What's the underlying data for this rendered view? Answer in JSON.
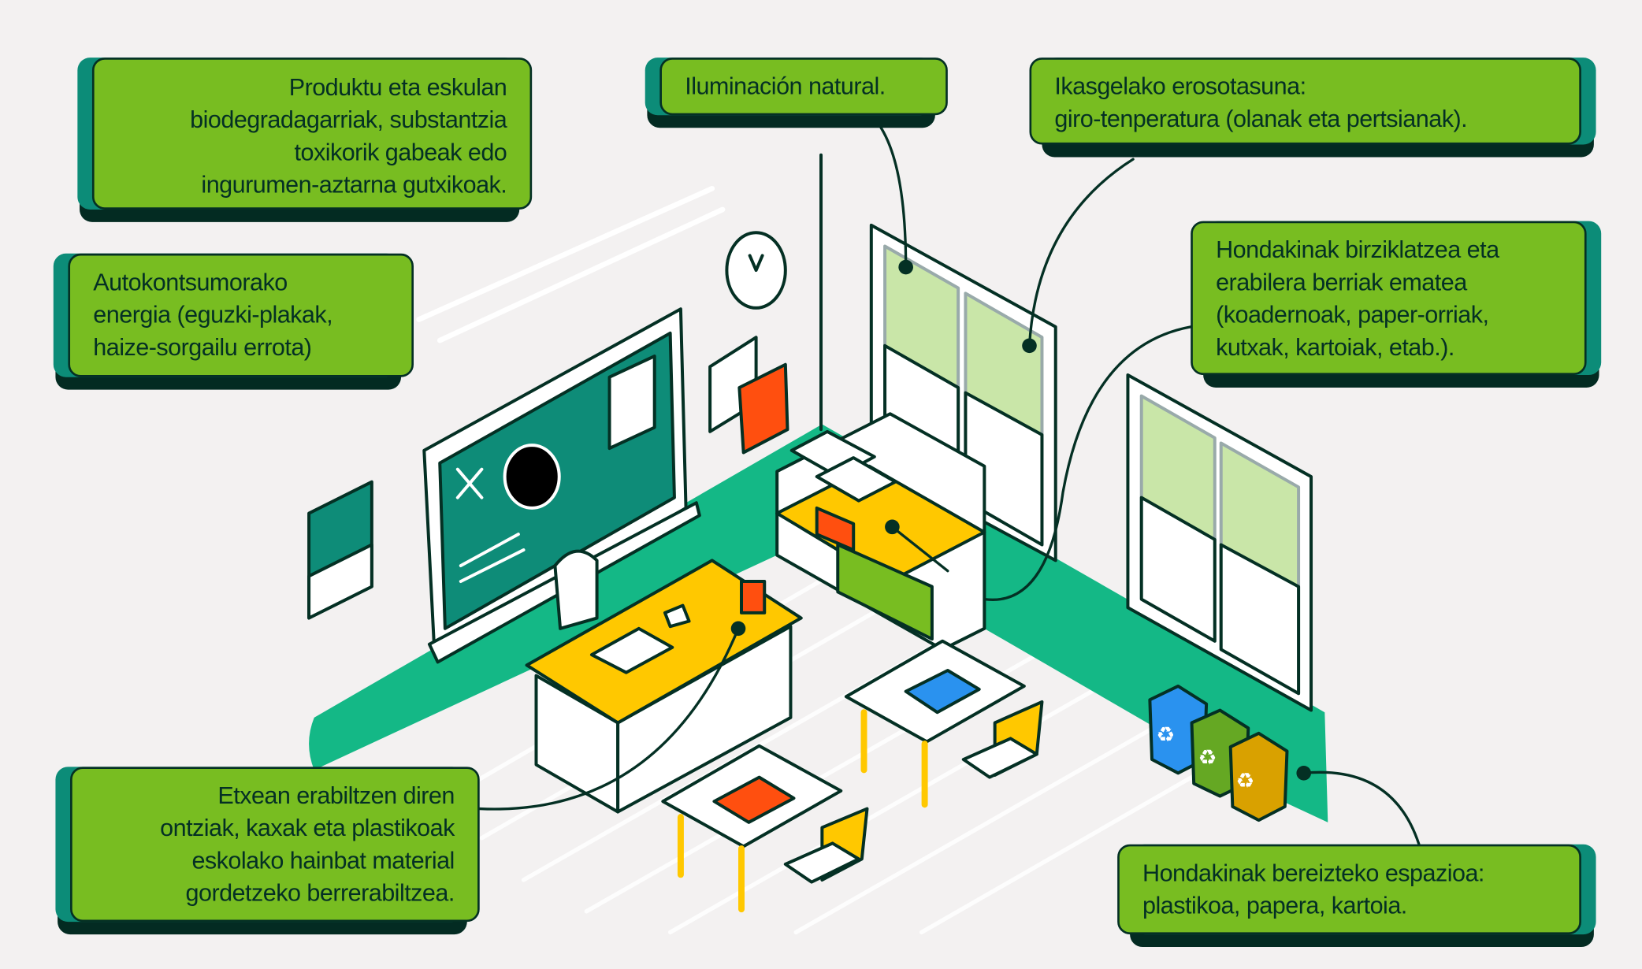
{
  "title": "Ikasgela jasangarria",
  "colors": {
    "box": "#78bd21",
    "dark": "#043024",
    "teal": "#0c8c78",
    "wall_green": "#14b886",
    "board": "#0e8c78",
    "desk": "#ffc800",
    "red": "#ff4f0f",
    "blue_bin": "#2a92ef",
    "green_bin": "#65a823",
    "yellow_bin": "#d9a100"
  },
  "callouts": {
    "products": {
      "lines": [
        "Produktu eta eskulan",
        "biodegradagarriak, substantzia",
        "toxikorik gabeak edo",
        "ingurumen-aztarna gutxikoak."
      ]
    },
    "energy": {
      "lines": [
        "Autokontsumorako",
        "energia (eguzki-plakak,",
        "haize-sorgailu errota)"
      ]
    },
    "light": {
      "lines": [
        "Iluminación natural."
      ]
    },
    "comfort": {
      "lines": [
        "Ikasgelako erosotasuna:",
        "giro-tenperatura (olanak eta pertsianak)."
      ]
    },
    "recycling": {
      "lines": [
        "Hondakinak birziklatzea eta",
        "erabilera berriak ematea",
        "(koadernoak, paper-orriak,",
        "kutxak, kartoiak, etab.)."
      ]
    },
    "reuse": {
      "lines": [
        "Etxean erabiltzen diren",
        "ontziak, kaxak eta plastikoak",
        "eskolako hainbat material",
        "gordetzeko berrerabiltzea."
      ]
    },
    "sorting": {
      "lines": [
        "Hondakinak bereizteko espazioa:",
        "plastikoa, papera, kartoia."
      ]
    }
  },
  "icons": {
    "bins": "recycle-icon"
  }
}
